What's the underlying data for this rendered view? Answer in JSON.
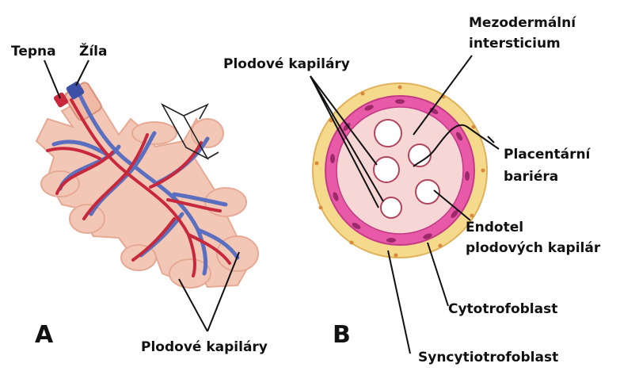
{
  "panel_a": {
    "letter": "A",
    "label_artery": "Tepna",
    "label_vein": "Žíla",
    "label_capillaries": "Plodové kapiláry"
  },
  "panel_b": {
    "letter": "B",
    "label_capillaries": "Plodové kapiláry",
    "label_mesoderm_1": "Mezodermální",
    "label_mesoderm_2": "intersticium",
    "label_barrier_1": "Placentární",
    "label_barrier_2": "bariéra",
    "label_endothel_1": "Endotel",
    "label_endothel_2": "plodových kapilár",
    "label_cytotrophoblast": "Cytotrofoblast",
    "label_syncytiotrophoblast": "Syncytiotrofoblast"
  },
  "colors": {
    "villus_fill": "#f3c7b6",
    "villus_stroke": "#e6a994",
    "artery": "#c8283c",
    "vein": "#5a6fbf",
    "syncytio": "#f5d98c",
    "cytotropho": "#e85aa8",
    "stroma": "#f6d7d6"
  }
}
